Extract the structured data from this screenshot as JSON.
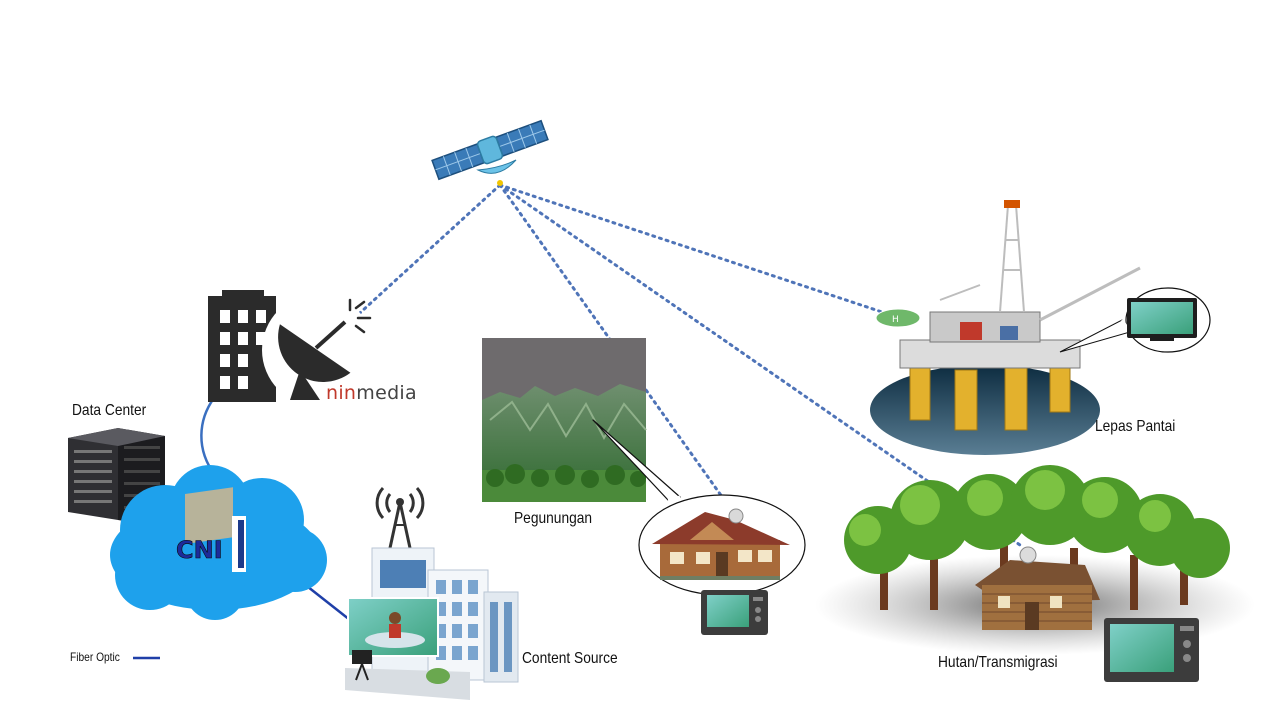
{
  "labels": {
    "data_center": "Data Center",
    "pegunungan": "Pegunungan",
    "content_source": "Content Source",
    "lepas_pantai": "Lepas Pantai",
    "hutan": "Hutan/Transmigrasi"
  },
  "brand": {
    "part1": "nin",
    "part2": "media"
  },
  "cloud_logo": "CNI",
  "legend": {
    "fiber_optic": "Fiber Optic"
  },
  "colors": {
    "satellite_link": "#4f74b8",
    "fiber_link": "#1f3fa8",
    "cloud": "#1ea1ec",
    "brand_red": "#c0392b",
    "brand_gray": "#444444",
    "building_dark": "#2b2b2b"
  },
  "icons": [
    "satellite-icon",
    "ground-station-icon",
    "server-rack-icon",
    "cloud-icon",
    "broadcast-tower-icon",
    "studio-building-icon",
    "mountain-photo",
    "house-icon",
    "tv-icon",
    "oil-rig-icon",
    "forest-icon"
  ]
}
